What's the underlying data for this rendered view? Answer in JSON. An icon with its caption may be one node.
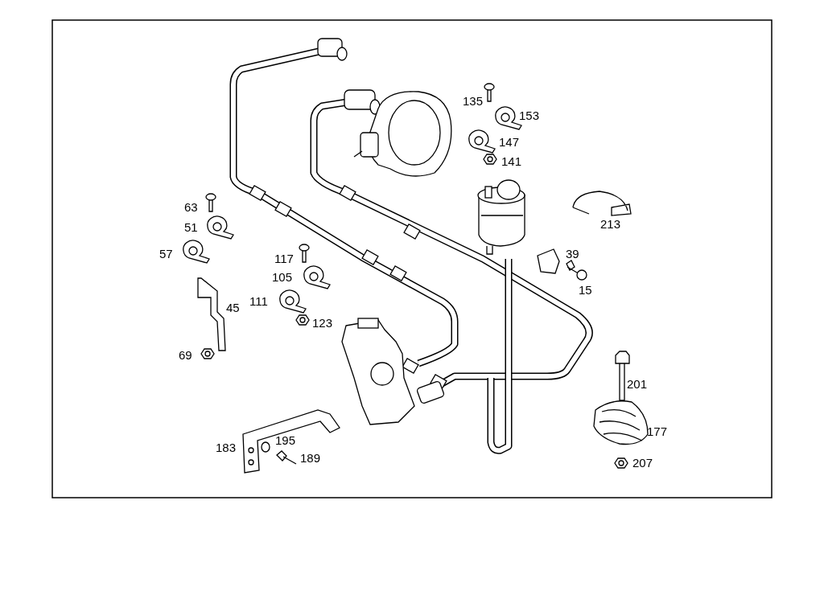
{
  "diagram": {
    "labels": [
      "135",
      "153",
      "147",
      "141",
      "63",
      "51",
      "213",
      "57",
      "117",
      "39",
      "105",
      "15",
      "111",
      "45",
      "123",
      "69",
      "201",
      "177",
      "183",
      "195",
      "189",
      "207"
    ]
  }
}
